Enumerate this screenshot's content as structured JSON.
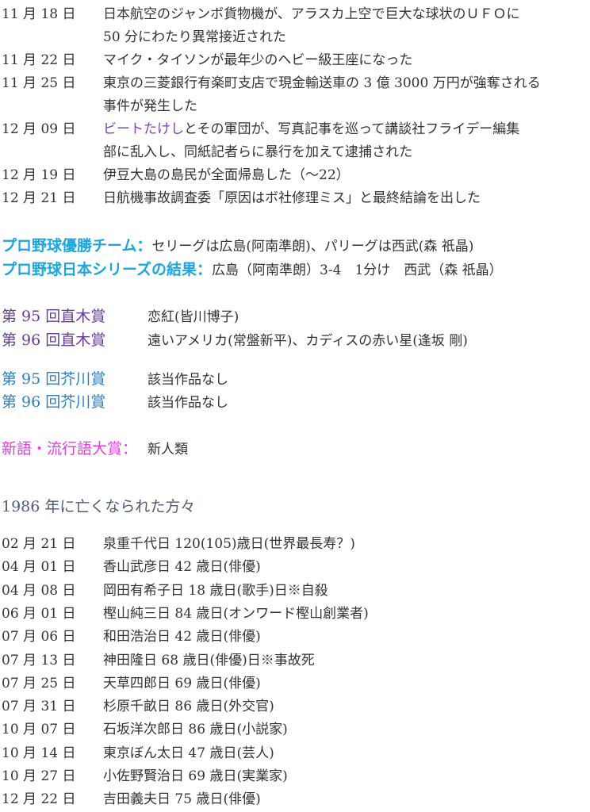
{
  "events": [
    {
      "date": "11 月 18 日",
      "lines": [
        "日本航空のジャンボ貨物機が、アラスカ上空で巨大な球状のＵＦＯに",
        "50 分にわたり異常接近された"
      ]
    },
    {
      "date": "11 月 22 日",
      "lines": [
        "マイク・タイソンが最年少のヘビー級王座になった"
      ]
    },
    {
      "date": "11 月 25 日",
      "lines": [
        "東京の三菱銀行有楽町支店で現金輸送車の 3 億 3000 万円が強奪される",
        "事件が発生した"
      ]
    },
    {
      "date": "12 月 09 日",
      "highlight": "ビートたけし",
      "lines": [
        "とその軍団が、写真記事を巡って講談社フライデー編集",
        "部に乱入し、同紙記者らに暴行を加えて逮捕された"
      ]
    },
    {
      "date": "12 月 19 日",
      "lines": [
        "伊豆大島の島民が全面帰島した（～22）"
      ]
    },
    {
      "date": "12 月 21 日",
      "lines": [
        "日航機事故調査委「原因はボ社修理ミス」と最終結論を出した"
      ]
    }
  ],
  "baseball": {
    "champions_label": "プロ野球優勝チーム：",
    "champions_value": "セリーグは広島(阿南準朗)、パリーグは西武(森 祇晶)",
    "series_label": "プロ野球日本シリーズの結果：",
    "series_value": "広島（阿南準朗）3-4　1分け　西武（森 祇晶）"
  },
  "naoki": [
    {
      "label": "第 95 回直木賞",
      "value": "恋紅(皆川博子)"
    },
    {
      "label": "第 96 回直木賞",
      "value": "遠いアメリカ(常盤新平)、カディスの赤い星(逢坂 剛)"
    }
  ],
  "akutagawa": [
    {
      "label": "第 95 回芥川賞",
      "value": "該当作品なし"
    },
    {
      "label": "第 96 回芥川賞",
      "value": "該当作品なし"
    }
  ],
  "shingo": {
    "label": "新語・流行語大賞：",
    "value": "新人類"
  },
  "deaths_heading": "1986 年に亡くなられた方々",
  "deaths": [
    {
      "date": "02 月 21 日",
      "text": "泉重千代日 120(105)歳日(世界最長寿？)"
    },
    {
      "date": "04 月 01 日",
      "text": "香山武彦日 42 歳日(俳優)"
    },
    {
      "date": "04 月 08 日",
      "text": "岡田有希子日 18 歳日(歌手)日※自殺"
    },
    {
      "date": "06 月 01 日",
      "text": "樫山純三日 84 歳日(オンワード樫山創業者)"
    },
    {
      "date": "07 月 06 日",
      "text": "和田浩治日 42 歳日(俳優)"
    },
    {
      "date": "07 月 13 日",
      "text": "神田隆日 68 歳日(俳優)日※事故死"
    },
    {
      "date": "07 月 25 日",
      "text": "天草四郎日 69 歳日(俳優)"
    },
    {
      "date": "07 月 31 日",
      "text": "杉原千畝日 86 歳日(外交官)"
    },
    {
      "date": "10 月 07 日",
      "text": "石坂洋次郎日 86 歳日(小説家)"
    },
    {
      "date": "10 月 14 日",
      "text": "東京ぼん太日 47 歳日(芸人)"
    },
    {
      "date": "10 月 27 日",
      "text": "小佐野賢治日 69 歳日(実業家)"
    },
    {
      "date": "12 月 22 日",
      "text": "吉田義夫日 75 歳日(俳優)"
    }
  ]
}
